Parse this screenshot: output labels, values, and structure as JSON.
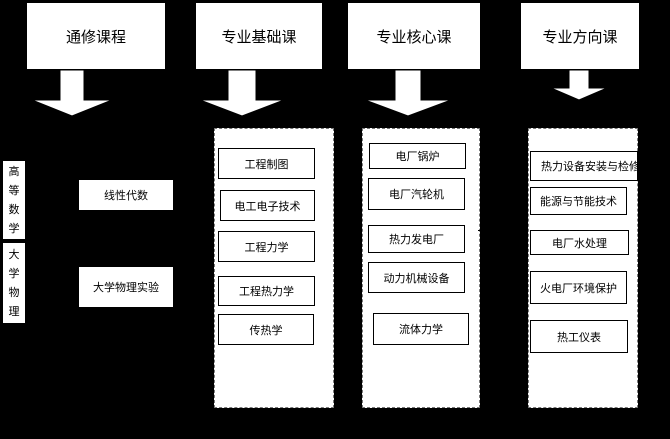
{
  "headers": [
    "通修课程",
    "专业基础课",
    "专业核心课",
    "专业方向课"
  ],
  "col1": {
    "vertical": [
      "高等数学",
      "大学物理"
    ],
    "items": [
      "线性代数",
      "大学物理实验"
    ]
  },
  "col2": [
    "工程制图",
    "电工电子技术",
    "工程力学",
    "工程热力学",
    "传热学"
  ],
  "col3": [
    "电厂锅炉",
    "电厂汽轮机",
    "热力发电厂",
    "动力机械设备",
    "流体力学"
  ],
  "col4": [
    "热力设备安装与检修",
    "能源与节能技术",
    "电厂水处理",
    "火电厂环境保护",
    "热工仪表"
  ]
}
